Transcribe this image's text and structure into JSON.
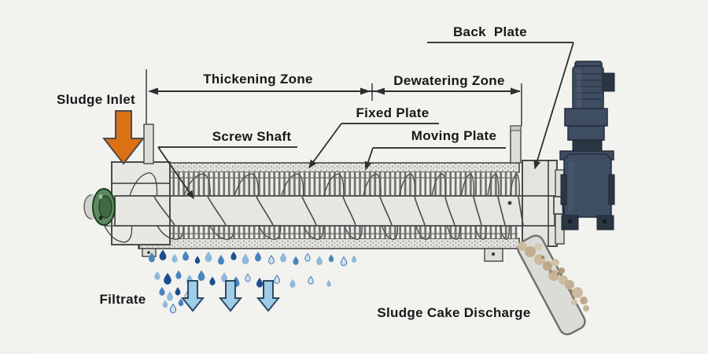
{
  "diagram": {
    "labels": {
      "back_plate": "Back  Plate",
      "thickening_zone": "Thickening Zone",
      "dewatering_zone": "Dewatering Zone",
      "sludge_inlet": "Sludge Inlet",
      "screw_shaft": "Screw Shaft",
      "fixed_plate": "Fixed Plate",
      "moving_plate": "Moving Plate",
      "filtrate": "Filtrate",
      "sludge_cake_discharge": "Sludge Cake Discharge"
    },
    "colors": {
      "background": "#f1f1ee",
      "line_art": "#3a3a3a",
      "inlet_arrow_orange": "#db7015",
      "filtrate_arrow_blue": "#9fcde8",
      "droplet_dark_blue": "#1d4f8f",
      "droplet_mid_blue": "#4a84bf",
      "droplet_light_blue": "#8fb8da",
      "motor_body_slate": "#3e4d61",
      "bearing_green": "#5c8a60",
      "sludge_cake_tan": "#c9b698",
      "machine_steel": "#e6e6e3"
    }
  }
}
